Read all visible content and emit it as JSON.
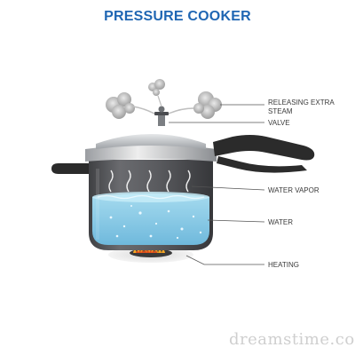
{
  "title": "PRESSURE COOKER",
  "labels": {
    "releasing_line1": "RELEASING EXTRA",
    "releasing_line2": "STEAM",
    "valve": "VALVE",
    "water_vapor": "WATER VAPOR",
    "water": "WATER",
    "heating": "HEATING"
  },
  "watermark": "dreamstime.com",
  "colors": {
    "title": "#1f66b3",
    "water": "#7fc6e6",
    "pot_body": "#595a5e",
    "lid": "#c9cccf",
    "handle": "#2b2b2b",
    "flame": "#f5a623",
    "steam": "#b9b9b9"
  }
}
